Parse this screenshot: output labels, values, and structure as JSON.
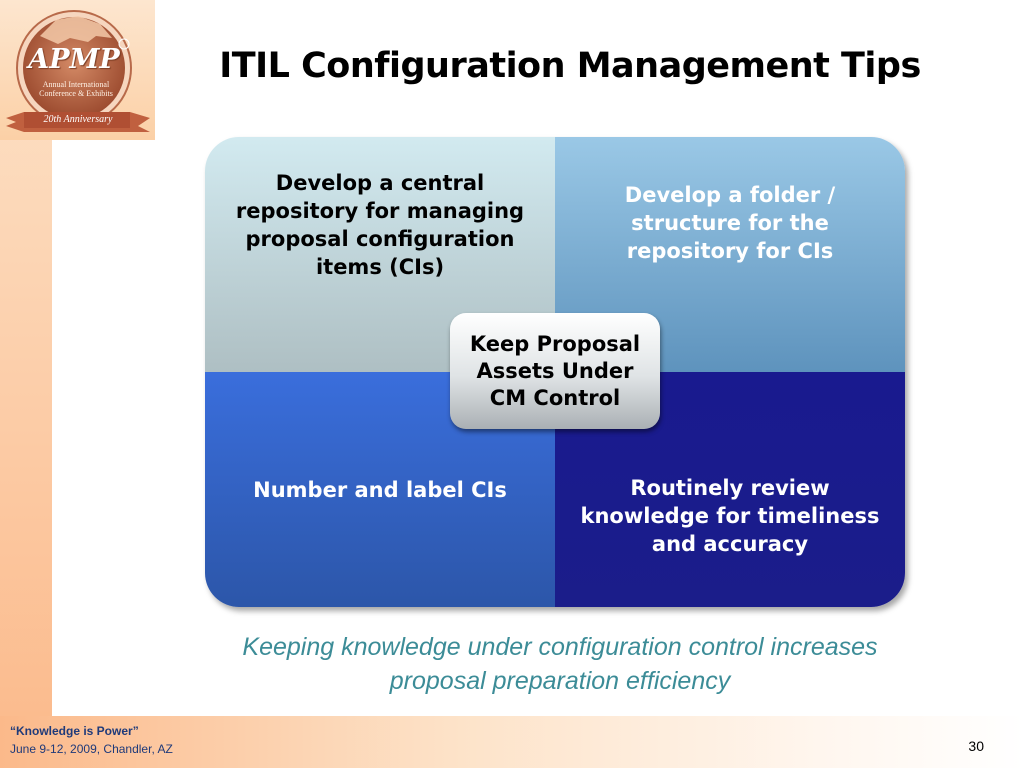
{
  "logo": {
    "name": "APMP",
    "subtitle": "Annual International Conference & Exhibits",
    "ribbon": "20th Anniversary",
    "registered_mark": "®"
  },
  "slide": {
    "title": "ITIL Configuration Management Tips",
    "quadrants": {
      "top_left": "Develop a central repository for managing proposal configuration items (CIs)",
      "top_right": "Develop a folder / structure for the repository for CIs",
      "bottom_left": "Number and label CIs",
      "bottom_right": "Routinely review knowledge for timeliness and accuracy"
    },
    "center": "Keep Proposal Assets Under CM Control",
    "caption": "Keeping knowledge under configuration control increases proposal preparation efficiency"
  },
  "footer": {
    "quote": "“Knowledge is Power”",
    "event": "June 9-12, 2009, Chandler, AZ",
    "page_number": "30"
  },
  "colors": {
    "accent_orange": "#fbb98a",
    "caption_teal": "#3c8c97",
    "footer_blue": "#1f3a7a"
  }
}
